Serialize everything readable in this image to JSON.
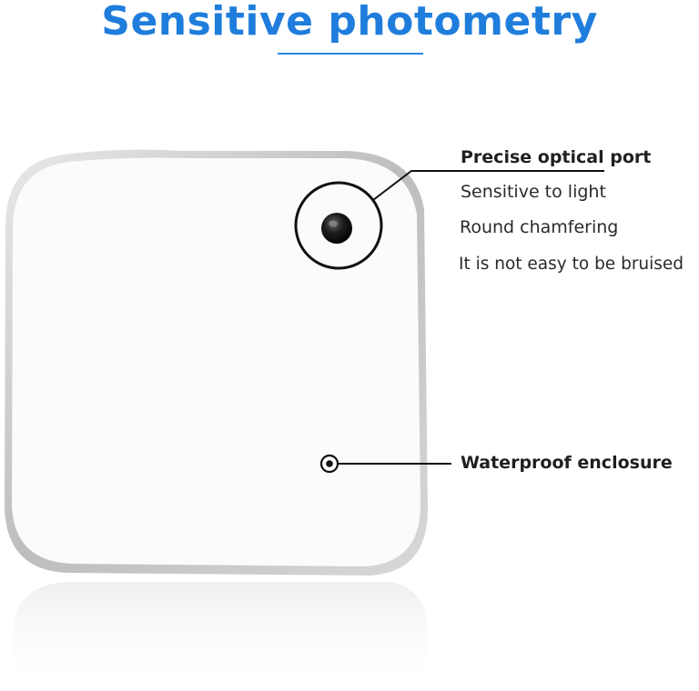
{
  "title": "Sensitive photometry",
  "colors": {
    "title": "#1f7ddc",
    "underline": "#2a86de",
    "device_body": "#fbfbfb",
    "device_edge": "#c9c9c9",
    "callout_line": "#111111"
  },
  "callouts": {
    "port": {
      "heading": "Precise optical port",
      "features": [
        "Sensitive to light",
        "Round chamfering",
        "It is not easy to be bruised"
      ]
    },
    "enclosure": {
      "heading": "Waterproof enclosure"
    }
  }
}
